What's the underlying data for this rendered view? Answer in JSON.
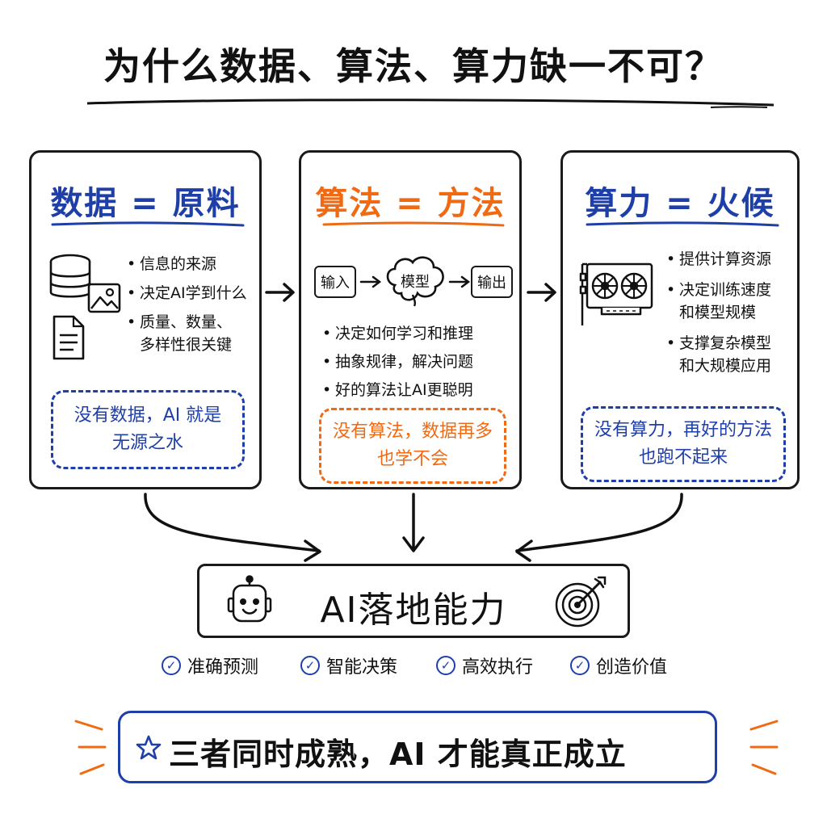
{
  "title": "为什么数据、算法、算力缺一不可？",
  "colors": {
    "data": "#1f3fa8",
    "algorithm": "#f06a14",
    "compute": "#1f3fa8",
    "ink": "#111111"
  },
  "panels": {
    "data": {
      "title": "数据 = 原料",
      "icons": [
        "database-icon",
        "image-icon",
        "document-icon"
      ],
      "bullets": [
        "信息的来源",
        "决定AI学到什么",
        "质量、数量、",
        "多样性很关键"
      ],
      "callout": [
        "没有数据，AI 就是",
        "无源之水"
      ]
    },
    "algorithm": {
      "title": "算法 = 方法",
      "flow": {
        "input": "输入",
        "model": "模型",
        "output": "输出"
      },
      "bullets": [
        "决定如何学习和推理",
        "抽象规律，解决问题",
        "好的算法让AI更聪明"
      ],
      "callout": [
        "没有算法，数据再多",
        "也学不会"
      ]
    },
    "compute": {
      "title": "算力 = 火候",
      "icons": [
        "gpu-card-icon"
      ],
      "bullets": [
        "提供计算资源",
        "决定训练速度",
        "和模型规模",
        "支撑复杂模型",
        "和大规模应用"
      ],
      "callout": [
        "没有算力，再好的方法",
        "也跑不起来"
      ]
    }
  },
  "result": {
    "label": "AI落地能力",
    "icons": [
      "robot-icon",
      "target-icon"
    ]
  },
  "outcomes": [
    "准确预测",
    "智能决策",
    "高效执行",
    "创造价值"
  ],
  "conclusion": "三者同时成熟，AI 才能真正成立"
}
